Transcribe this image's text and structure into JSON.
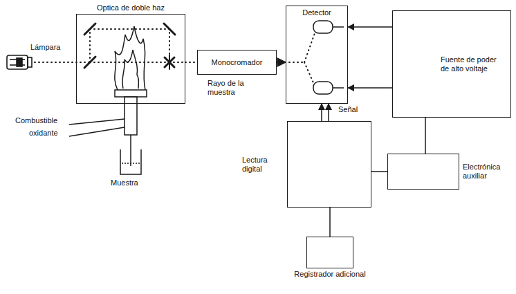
{
  "diagram": {
    "nodes": [
      {
        "text": [
          "Optica de doble haz"
        ]
      },
      {
        "text": [
          "Monocromador"
        ]
      },
      {
        "text": [
          "Detector"
        ]
      },
      {
        "text": [
          "Fuente de poder de alto voltaje"
        ]
      },
      {
        "text": [
          "Lectura digital"
        ]
      },
      {
        "text": [
          "Electrónica auxiliar"
        ]
      },
      {
        "text": [
          "Registrador adicional"
        ]
      }
    ],
    "edges": [
      {
        "from": 0,
        "to": 1,
        "arrow": "none"
      },
      {
        "from": 1,
        "to": 2,
        "arrow": "to"
      },
      {
        "from": 3,
        "to": 2,
        "arrow": "to"
      },
      {
        "from": 3,
        "to": 2,
        "arrow": "to"
      },
      {
        "from": 4,
        "to": 2,
        "label": "Señal",
        "arrow": "to"
      },
      {
        "from": 4,
        "to": 2,
        "arrow": "to"
      },
      {
        "from": 4,
        "to": 5,
        "arrow": "none"
      },
      {
        "from": 5,
        "to": 3,
        "arrow": "none"
      },
      {
        "from": 4,
        "to": 6,
        "arrow": "none"
      }
    ],
    "labels": [
      "Lámpara",
      "Rayo de la muestra",
      "Combustible",
      "oxidante",
      "Muestra"
    ]
  }
}
